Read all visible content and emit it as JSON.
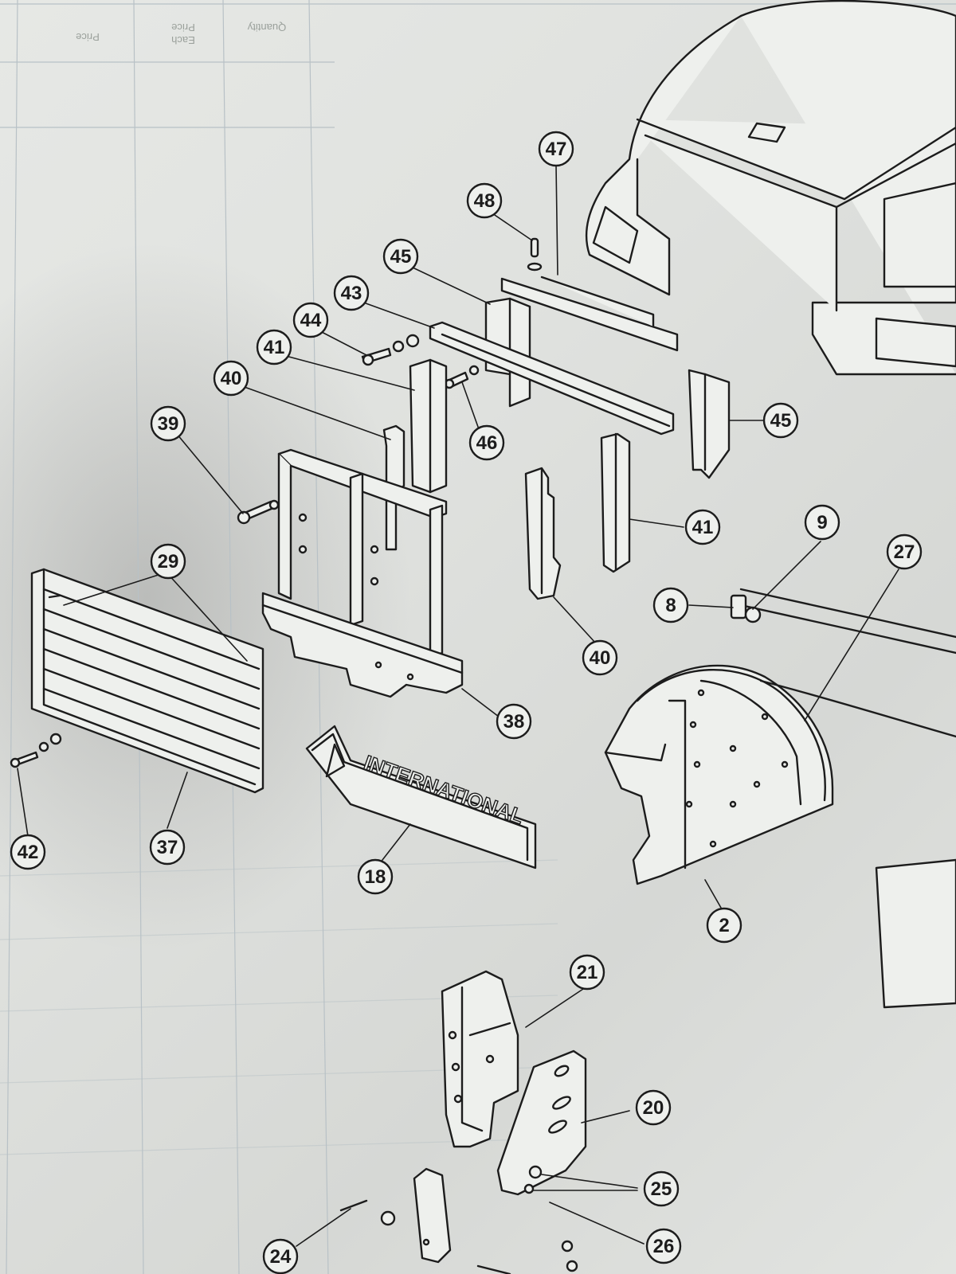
{
  "table_header": {
    "col_price": "Price",
    "col_price_each": "Price\nEach",
    "col_quantity": "Quantity"
  },
  "logo_text": "INTERNATIONAL",
  "callouts": [
    "47",
    "48",
    "45",
    "43",
    "44",
    "41",
    "40",
    "39",
    "46",
    "45",
    "41",
    "29",
    "38",
    "40",
    "9",
    "27",
    "8",
    "42",
    "37",
    "18",
    "2",
    "21",
    "20",
    "25",
    "26",
    "24"
  ]
}
